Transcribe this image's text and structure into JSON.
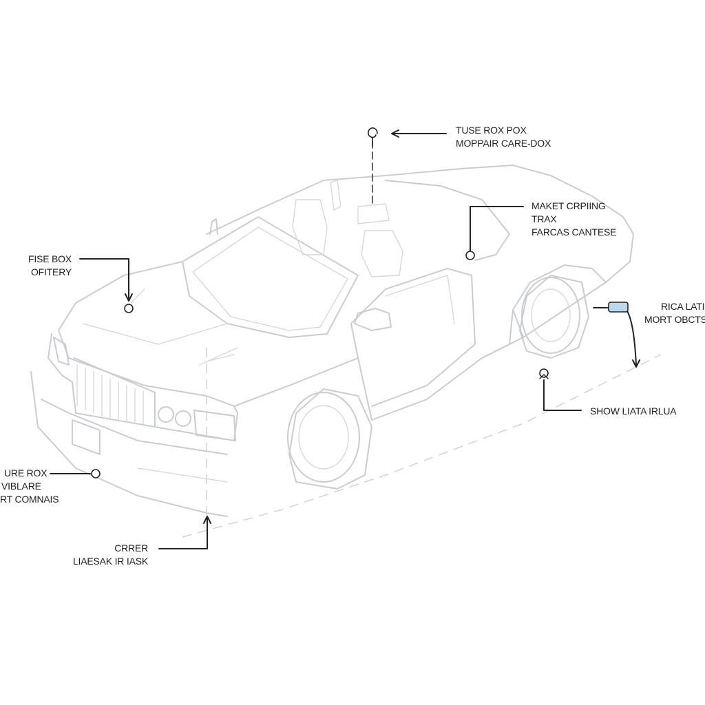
{
  "callouts": {
    "top": {
      "line1": "TUSE ROX POX",
      "line2": "MOPPAIR CARE-DOX"
    },
    "top_right": {
      "line1": "MAKET CRPIING",
      "line2": "TRAX",
      "line3": "FARCAS CANTESE"
    },
    "left": {
      "line1": "FISE BOX",
      "line2": "OFITERY"
    },
    "far_right": {
      "line1": "RICA LATI",
      "line2": "MORT OBCTS"
    },
    "right_lower": {
      "line1": "SHOW LIATA IRLUA"
    },
    "bottom_left": {
      "line1": "URE ROX",
      "line2": "VIBLARE",
      "line3": "RT COMNAIS"
    },
    "bottom": {
      "line1": "CRRER",
      "line2": "LIAESAK IR IASK"
    }
  },
  "colors": {
    "car_outline": "#c9ccd1",
    "leader": "#222222",
    "sensor": "#bcd9f0"
  },
  "icons": {
    "top_marker": "hook-connector-icon",
    "far_right_marker": "sensor-plug-icon",
    "ground_marker": "ground-point-icon"
  }
}
